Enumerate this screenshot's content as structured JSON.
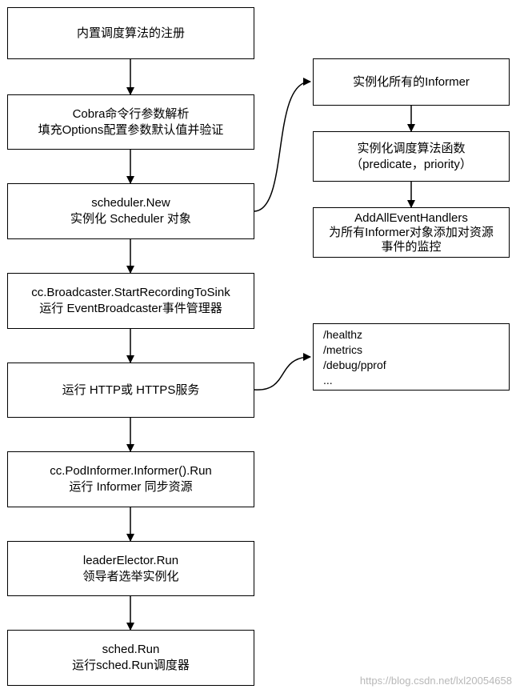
{
  "main_flow": [
    {
      "lines": [
        "内置调度算法的注册"
      ]
    },
    {
      "lines": [
        "Cobra命令行参数解析",
        "填充Options配置参数默认值并验证"
      ]
    },
    {
      "lines": [
        "scheduler.New",
        "实例化 Scheduler 对象"
      ]
    },
    {
      "lines": [
        "cc.Broadcaster.StartRecordingToSink",
        "运行 EventBroadcaster事件管理器"
      ]
    },
    {
      "lines": [
        "运行 HTTP或 HTTPS服务"
      ]
    },
    {
      "lines": [
        "cc.PodInformer.Informer().Run",
        "运行 Informer 同步资源"
      ]
    },
    {
      "lines": [
        "leaderElector.Run",
        "领导者选举实例化"
      ]
    },
    {
      "lines": [
        "sched.Run",
        "运行sched.Run调度器"
      ]
    }
  ],
  "scheduler_branch": [
    {
      "lines": [
        "实例化所有的Informer"
      ]
    },
    {
      "lines": [
        "实例化调度算法函数",
        "（predicate，priority）"
      ]
    },
    {
      "lines": [
        "AddAllEventHandlers",
        "为所有Informer对象添加对资源",
        "事件的监控"
      ]
    }
  ],
  "http_endpoints": [
    "/healthz",
    "/metrics",
    "/debug/pprof",
    "..."
  ],
  "watermark": "https://blog.csdn.net/lxl20054658"
}
